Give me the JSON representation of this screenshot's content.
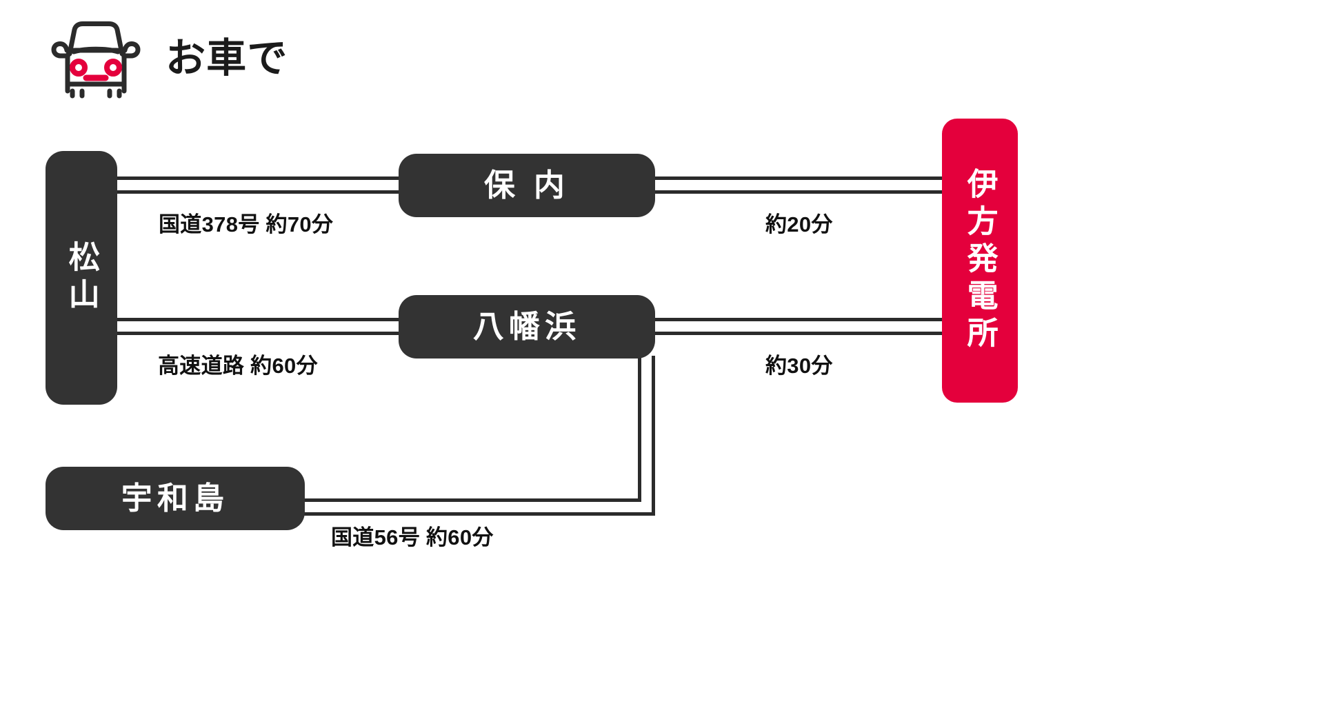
{
  "header": {
    "icon": "car-front-icon",
    "title": "お車で"
  },
  "colors": {
    "node": "#333333",
    "highlight": "#E4003C",
    "line": "#2b2b2b",
    "icon_accent": "#E4003C",
    "text_on_node": "#ffffff",
    "label_text": "#111111",
    "background": "#ffffff"
  },
  "nodes": {
    "matsuyama": {
      "label": "松山",
      "orientation": "vertical"
    },
    "honai": {
      "label": "保 内",
      "orientation": "horizontal"
    },
    "yawatahama": {
      "label": "八幡浜",
      "orientation": "horizontal"
    },
    "uwajima": {
      "label": "宇和島",
      "orientation": "horizontal"
    },
    "ikata": {
      "label": "伊方発電所",
      "orientation": "vertical",
      "highlight": true
    }
  },
  "edges": [
    {
      "id": "matsuyama-honai",
      "from": "松山",
      "to": "保 内",
      "label": "国道378号 約70分"
    },
    {
      "id": "honai-ikata",
      "from": "保 内",
      "to": "伊方発電所",
      "label": "約20分"
    },
    {
      "id": "matsuyama-yawatahama",
      "from": "松山",
      "to": "八幡浜",
      "label": "高速道路 約60分"
    },
    {
      "id": "yawatahama-ikata",
      "from": "八幡浜",
      "to": "伊方発電所",
      "label": "約30分"
    },
    {
      "id": "uwajima-yawatahama",
      "from": "宇和島",
      "to": "八幡浜",
      "label": "国道56号 約60分"
    }
  ]
}
